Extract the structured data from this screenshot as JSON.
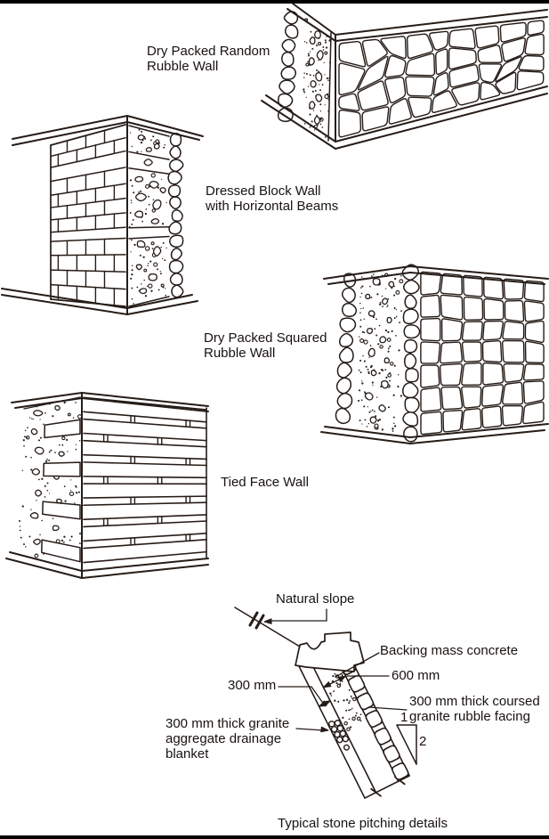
{
  "colors": {
    "ink": "#261c17",
    "edge_bar": "#000000",
    "background": "#ffffff"
  },
  "diagram": {
    "wall_labels": {
      "random_rubble": "Dry Packed Random\nRubble Wall",
      "dressed_block": "Dressed Block Wall\nwith Horizontal Beams",
      "squared_rubble": "Dry Packed Squared\nRubble Wall",
      "tied_face": "Tied Face Wall"
    },
    "pitching": {
      "natural_slope": "Natural slope",
      "backing": "Backing mass concrete",
      "dim_600": "600 mm",
      "dim_300": "300 mm",
      "facing": "300 mm thick coursed\ngranite rubble facing",
      "drainage": "300 mm thick granite\naggregate drainage\nblanket",
      "slope_ratio_horizontal": "1",
      "slope_ratio_vertical": "2",
      "caption": "Typical stone pitching details"
    }
  }
}
